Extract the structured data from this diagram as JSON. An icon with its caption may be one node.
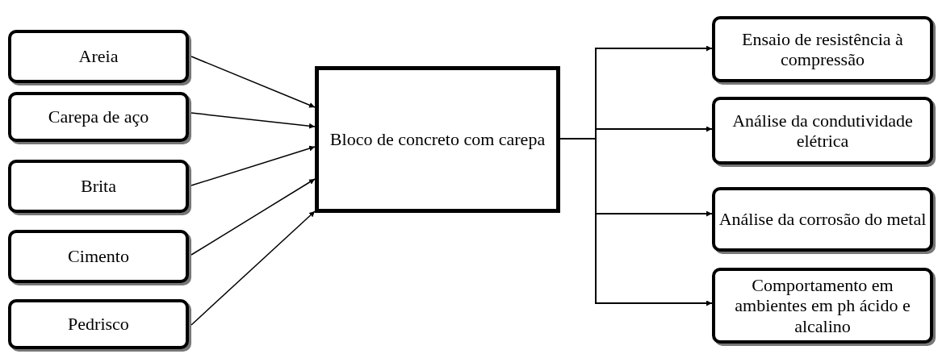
{
  "diagram": {
    "nodes": [
      {
        "text": [
          "Areia"
        ]
      },
      {
        "text": [
          "Carepa de aço"
        ]
      },
      {
        "text": [
          "Brita"
        ]
      },
      {
        "text": [
          "Cimento"
        ]
      },
      {
        "text": [
          "Pedrisco"
        ]
      },
      {
        "text": [
          "Bloco de concreto com carepa"
        ]
      },
      {
        "text": [
          "Ensaio de resistência à compressão"
        ]
      },
      {
        "text": [
          "Análise da condutividade elétrica"
        ]
      },
      {
        "text": [
          "Análise da corrosão do metal"
        ]
      },
      {
        "text": [
          "Comportamento em ambientes em ph ácido e alcalino"
        ]
      }
    ],
    "edges": [
      {
        "from": 0,
        "to": 5,
        "arrow": "to"
      },
      {
        "from": 1,
        "to": 5,
        "arrow": "to"
      },
      {
        "from": 2,
        "to": 5,
        "arrow": "to"
      },
      {
        "from": 3,
        "to": 5,
        "arrow": "to"
      },
      {
        "from": 4,
        "to": 5,
        "arrow": "to"
      },
      {
        "from": 5,
        "to": 6,
        "arrow": "to"
      },
      {
        "from": 5,
        "to": 7,
        "arrow": "to"
      },
      {
        "from": 5,
        "to": 8,
        "arrow": "to"
      },
      {
        "from": 5,
        "to": 9,
        "arrow": "to"
      }
    ]
  }
}
